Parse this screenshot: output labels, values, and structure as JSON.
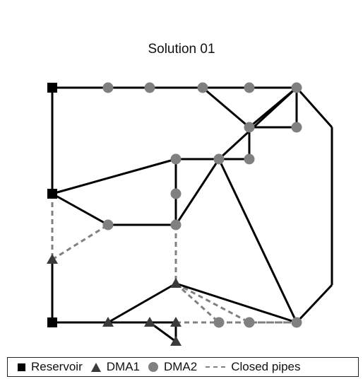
{
  "title": "Solution 01",
  "colors": {
    "pipe": "#000000",
    "closed_pipe": "#808080",
    "reservoir": "#000000",
    "dma1": "#3a3a3a",
    "dma2": "#808080"
  },
  "legend": {
    "reservoir": "Reservoir",
    "dma1": "DMA1",
    "dma2": "DMA2",
    "closed": "Closed pipes"
  }
}
